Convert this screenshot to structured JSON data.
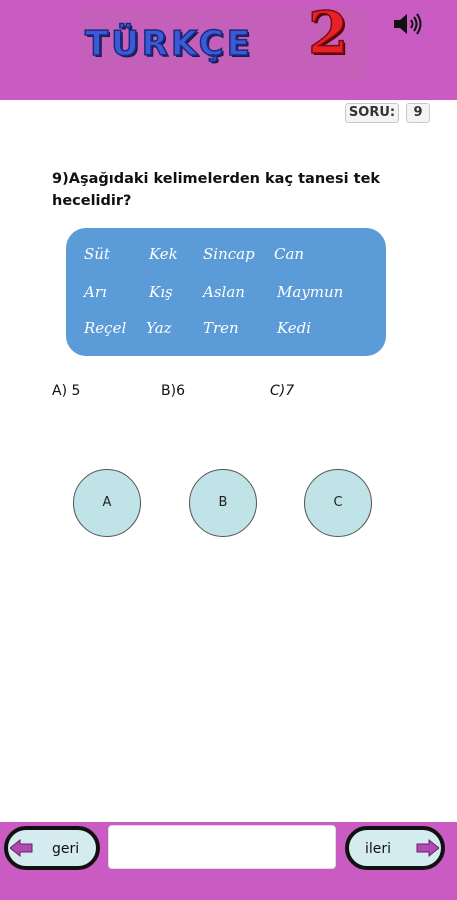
{
  "header": {
    "title_text": "TÜRKÇE",
    "title_number": "2",
    "colors": {
      "bar": "#c95bc2",
      "title": "#3b5bd6",
      "number": "#e8202a"
    }
  },
  "counter": {
    "label": "SORU:",
    "value": "9"
  },
  "question": {
    "text": "9)Aşağıdaki kelimelerden kaç tanesi tek hecelidir?"
  },
  "words": {
    "row1": [
      "Süt",
      "Kek",
      "Sincap",
      "Can"
    ],
    "row2": [
      "Arı",
      "Kış",
      "Aslan",
      "Maymun"
    ],
    "row3": [
      "Reçel",
      "Yaz",
      "Tren",
      "Kedi"
    ]
  },
  "answers": {
    "a": "A) 5",
    "b": "B)6",
    "c": "C)7"
  },
  "buttons": {
    "a": "A",
    "b": "B",
    "c": "C"
  },
  "nav": {
    "back_label": "geri",
    "next_label": "ileri",
    "back_icon": "arrow-left-icon",
    "next_icon": "arrow-right-icon"
  },
  "icons": {
    "sound": "speaker-icon"
  }
}
